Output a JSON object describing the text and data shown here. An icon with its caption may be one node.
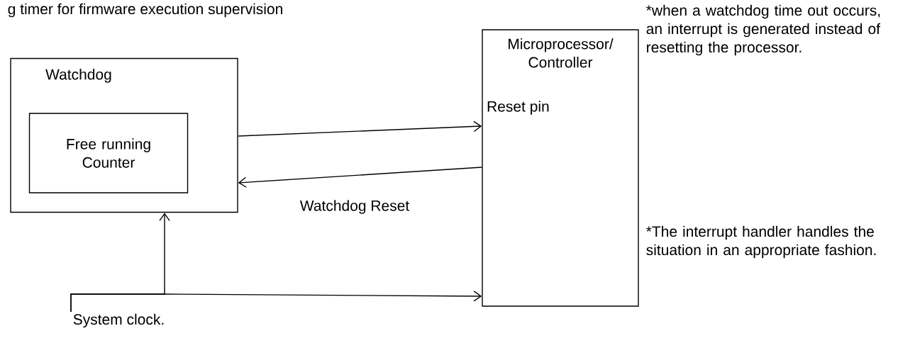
{
  "diagram": {
    "nodes": [
      {
        "text": [
          "Watchdog"
        ]
      },
      {
        "text": [
          "Free running Counter"
        ],
        "in": 0
      },
      {
        "text": [
          "Microprocessor/ Controller",
          "Reset pin"
        ]
      },
      {
        "text": [
          "System clock."
        ]
      }
    ],
    "edges": [
      {
        "from": 0,
        "to": 2,
        "arrow": "to"
      },
      {
        "from": 2,
        "to": 0,
        "arrow": "to",
        "label": "Watchdog Reset"
      },
      {
        "from": 3,
        "to": 0,
        "arrow": "to"
      },
      {
        "from": 3,
        "to": 2,
        "arrow": "to"
      }
    ],
    "labels": [
      "g timer for firmware execution supervision",
      "*when a watchdog time out occurs, an interrupt is generated instead of resetting the processor.",
      "*The interrupt handler handles the situation in an appropriate fashion."
    ]
  }
}
